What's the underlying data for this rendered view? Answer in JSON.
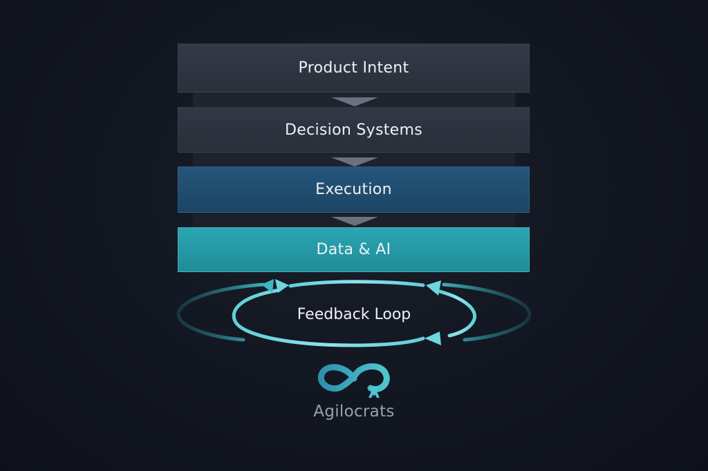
{
  "layers": [
    {
      "label": "Product Intent"
    },
    {
      "label": "Decision Systems"
    },
    {
      "label": "Execution"
    },
    {
      "label": "Data & AI"
    }
  ],
  "loop": {
    "label": "Feedback Loop"
  },
  "brand": {
    "name": "Agilocrats",
    "icon": "infinity-a-logo-icon"
  },
  "colors": {
    "background": "#121620",
    "layer_neutral": "#2f3440",
    "layer_execution": "#215070",
    "layer_data": "#25a0ad",
    "loop_accent": "#3fb7c2"
  }
}
